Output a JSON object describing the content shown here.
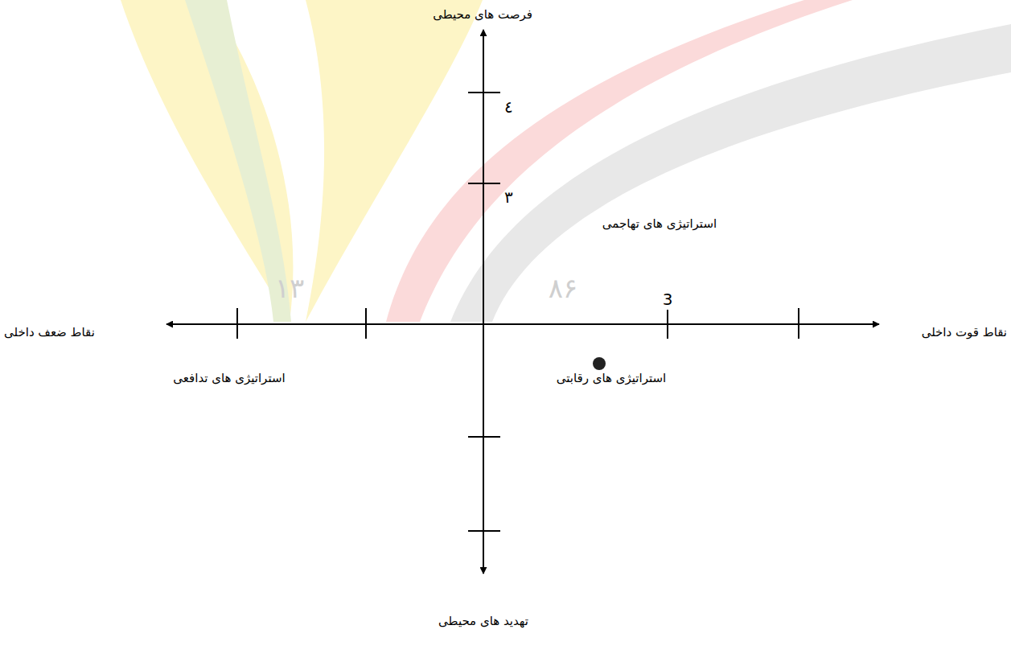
{
  "diagram": {
    "labels": [
      "فرصت های محیطی",
      "٤",
      "٣",
      "استراتیژی های تهاجمی",
      "3",
      "نقاط قوت داخلی",
      "نقاط ضعف داخلی",
      "استراتیژی های رقابتی",
      "استراتیژی های تدافعی",
      "تهدید های محیطی",
      "۱۳",
      "۸۶"
    ]
  }
}
